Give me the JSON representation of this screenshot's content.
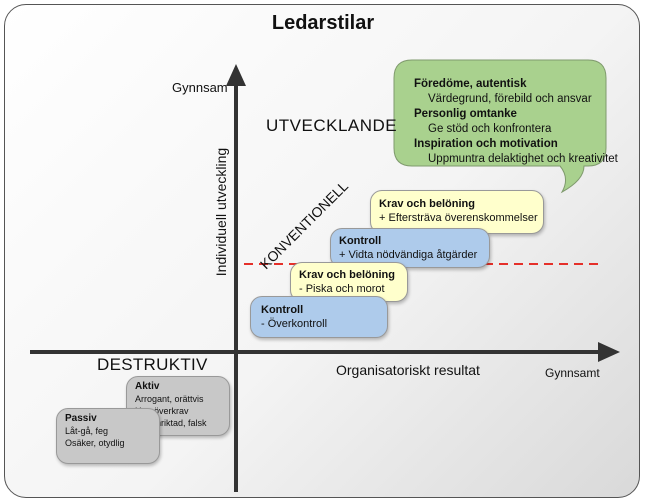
{
  "title": "Ledarstilar",
  "axes": {
    "y_top_label": "Gynnsam",
    "y_axis_label": "Individuell utveckling",
    "x_axis_label": "Organisatoriskt resultat",
    "x_right_label": "Gynnsamt"
  },
  "zones": {
    "utvecklande": "UTVECKLANDE",
    "konventionell": "KONVENTIONELL",
    "destruktiv": "DESTRUKTIV"
  },
  "boxes": {
    "utvecklande": {
      "lines": [
        {
          "text": "Föredöme, autentisk",
          "bold": true
        },
        {
          "text": "Värdegrund, förebild och ansvar",
          "bold": false
        },
        {
          "text": "Personlig omtanke",
          "bold": true
        },
        {
          "text": "Ge stöd och konfrontera",
          "bold": false
        },
        {
          "text": "Inspiration och motivation",
          "bold": true
        },
        {
          "text": "Uppmuntra delaktighet och kreativitet",
          "bold": false
        }
      ]
    },
    "krav_plus": {
      "title": "Krav och belöning",
      "text": "+ Eftersträva överenskommelser"
    },
    "kontroll_plus": {
      "title": "Kontroll",
      "text": "+ Vidta nödvändiga åtgärder"
    },
    "krav_minus": {
      "title": "Krav och belöning",
      "text": "- Piska och morot"
    },
    "kontroll_minus": {
      "title": "Kontroll",
      "text": "- Överkontroll"
    },
    "aktiv": {
      "title": "Aktiv",
      "lines": [
        "Arrogant, orättvis",
        "Hot, överkrav",
        "Ego-inriktad, falsk"
      ]
    },
    "passiv": {
      "title": "Passiv",
      "lines": [
        "Låt-gå, feg",
        "Osäker, otydlig"
      ]
    }
  },
  "colors": {
    "green": "#a9d18e",
    "yellow": "#ffffcc",
    "blue": "#aecbeb",
    "gray": "#c8c8c8",
    "dashed_line": "#e5302a"
  }
}
